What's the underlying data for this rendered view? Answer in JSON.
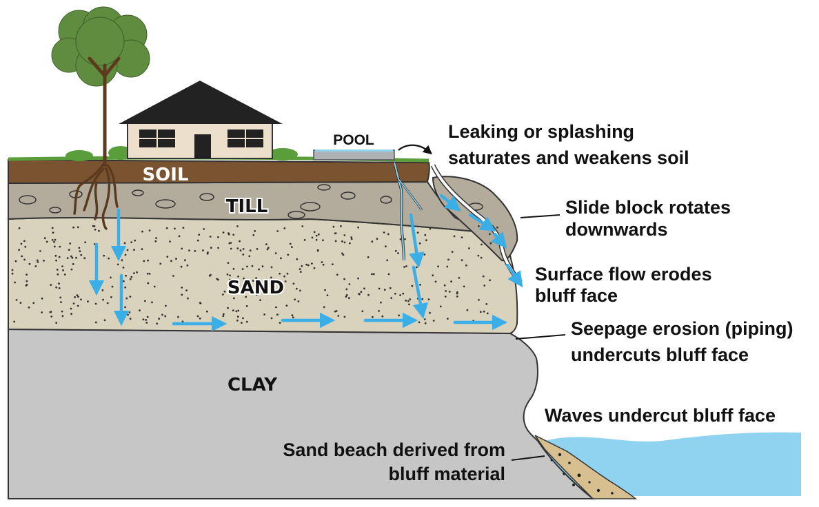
{
  "layers": {
    "soil": "SOIL",
    "till": "TILL",
    "sand": "SAND",
    "clay": "CLAY"
  },
  "pool_label": "POOL",
  "annotations": {
    "leaking_line1": "Leaking or splashing",
    "leaking_line2": "saturates and weakens soil",
    "slide_line1": "Slide block rotates",
    "slide_line2": "downwards",
    "surface_line1": "Surface flow erodes",
    "surface_line2": "bluff face",
    "seepage_line1": "Seepage erosion (piping)",
    "seepage_line2": "undercuts bluff face",
    "waves": "Waves undercut bluff face",
    "beach_line1": "Sand beach derived from",
    "beach_line2": "bluff material"
  },
  "colors": {
    "soil": "#7a5430",
    "till": "#b3ab9b",
    "sand": "#d9d2bd",
    "clay": "#c6c6c6",
    "water": "#8fd3f1",
    "arrow": "#3aaee6",
    "grass": "#5a9e3c",
    "tree_leaves": "#5f8c3e",
    "trunk": "#5b3a1e",
    "house_wall": "#ece0cc",
    "roof": "#222222",
    "beach": "#d7bf90"
  }
}
